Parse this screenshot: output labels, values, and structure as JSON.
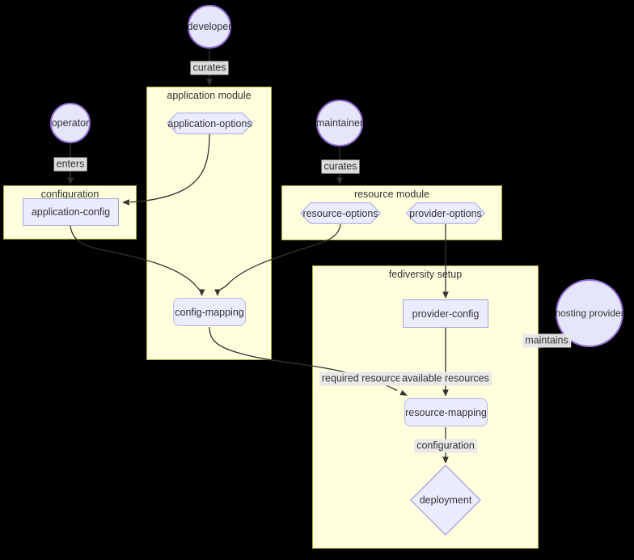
{
  "diagram": {
    "type": "flowchart",
    "clusters": {
      "application_module": {
        "label": "application module"
      },
      "configuration": {
        "label": "configuration"
      },
      "resource_module": {
        "label": "resource module"
      },
      "fediversity_setup": {
        "label": "fediversity setup"
      }
    },
    "nodes": {
      "developer": {
        "label": "developer",
        "shape": "circle"
      },
      "operator": {
        "label": "operator",
        "shape": "circle"
      },
      "maintainer": {
        "label": "maintainer",
        "shape": "circle"
      },
      "hosting_provider": {
        "label": "hosting provider",
        "shape": "circle"
      },
      "application_options": {
        "label": "application-options",
        "shape": "hexagon"
      },
      "application_config": {
        "label": "application-config",
        "shape": "rect"
      },
      "resource_options": {
        "label": "resource-options",
        "shape": "hexagon"
      },
      "provider_options": {
        "label": "provider-options",
        "shape": "hexagon"
      },
      "config_mapping": {
        "label": "config-mapping",
        "shape": "rounded-rect"
      },
      "provider_config": {
        "label": "provider-config",
        "shape": "rect"
      },
      "resource_mapping": {
        "label": "resource-mapping",
        "shape": "rounded-rect"
      },
      "deployment": {
        "label": "deployment",
        "shape": "diamond"
      }
    },
    "edges": {
      "developer_curates": {
        "label": "curates",
        "from": "developer",
        "to": "application module"
      },
      "operator_enters": {
        "label": "enters",
        "from": "operator",
        "to": "configuration"
      },
      "maintainer_curates": {
        "label": "curates",
        "from": "maintainer",
        "to": "resource module"
      },
      "hosting_maintains": {
        "label": "maintains",
        "from": "hosting provider",
        "to": "fediversity setup"
      },
      "required_resources": {
        "label": "required resources",
        "from": "config-mapping",
        "to": "resource-mapping"
      },
      "available_resources": {
        "label": "available resources",
        "from": "provider-config",
        "to": "resource-mapping"
      },
      "configuration_edge": {
        "label": "configuration",
        "from": "resource-mapping",
        "to": "deployment"
      }
    },
    "colors": {
      "background": "#000000",
      "cluster_fill": "#ffffde",
      "cluster_border": "#aaaa33",
      "node_fill": "#ECECFF",
      "circle_fill": "#e6e6fa",
      "node_border": "#9370DB",
      "edge_line": "#333333",
      "edge_label_bg": "#e8e8e8",
      "text": "#333333"
    }
  }
}
